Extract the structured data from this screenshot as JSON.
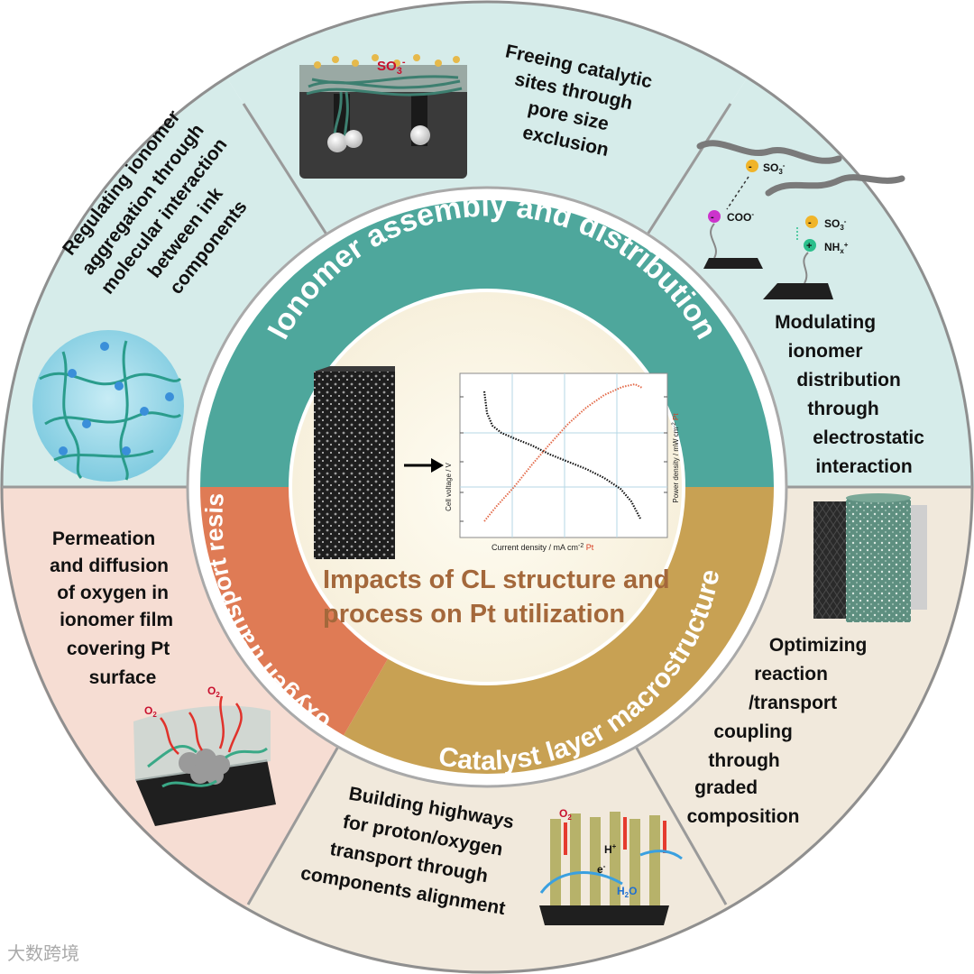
{
  "center": {
    "title_line1": "Impacts of CL structure and",
    "title_line2": "process on Pt utilization",
    "title_color": "#a4683b"
  },
  "inner_ring": {
    "top": "Ionomer assembly and distribution",
    "left": "Local oxygen transport resistance",
    "bottom_right": "Catalyst  layer macrostructure"
  },
  "segments": {
    "pore_exclusion": [
      "Freeing catalytic",
      "sites through",
      "pore size",
      "exclusion"
    ],
    "electrostatic": [
      "Modulating",
      "ionomer",
      "distribution",
      "through",
      "electrostatic",
      "interaction"
    ],
    "graded": [
      "Optimizing",
      "reaction",
      "/transport",
      "coupling",
      "through",
      "graded",
      "composition"
    ],
    "highways": [
      "Building highways",
      "for proton/oxygen",
      "transport through",
      "components alignment"
    ],
    "oxygen_film": [
      "Permeation",
      "and diffusion",
      "of oxygen in",
      "ionomer film",
      "covering Pt",
      "surface"
    ],
    "aggregation": [
      "Regulating ionomer",
      "aggregation through",
      "molecular interaction",
      "between ink",
      "components"
    ]
  },
  "chem_labels": {
    "so3": "SO",
    "so3_sub": "3",
    "so3_sup": "-",
    "coo": "COO",
    "coo_sup": "-",
    "nh": "NH",
    "nh_sub": "x",
    "nh_sup": "+",
    "o2": "O",
    "o2_sub": "2",
    "h_plus": "H",
    "h_sup": "+",
    "e_minus": "e",
    "e_sup": "-",
    "h2o": "H",
    "h2o_sub": "2",
    "h2o_o": "O"
  },
  "polarization_chart": {
    "y_left_label": "Cell voltage / V",
    "y_right_label": "Power density / mW cm",
    "y_right_sup": "-2",
    "y_right_pt": " Pt",
    "x_label": "Current density / mA cm",
    "x_label_sup": "-2",
    "x_label_pt": " Pt"
  },
  "watermark": "大数跨境",
  "colors": {
    "teal": "#4ea79c",
    "gold": "#c8a153",
    "orange": "#df7b55",
    "seg_teal": "#d6ecea",
    "seg_peach": "#f6ddd3",
    "seg_cream": "#f1e9dc",
    "outline": "#9a9a9a"
  }
}
